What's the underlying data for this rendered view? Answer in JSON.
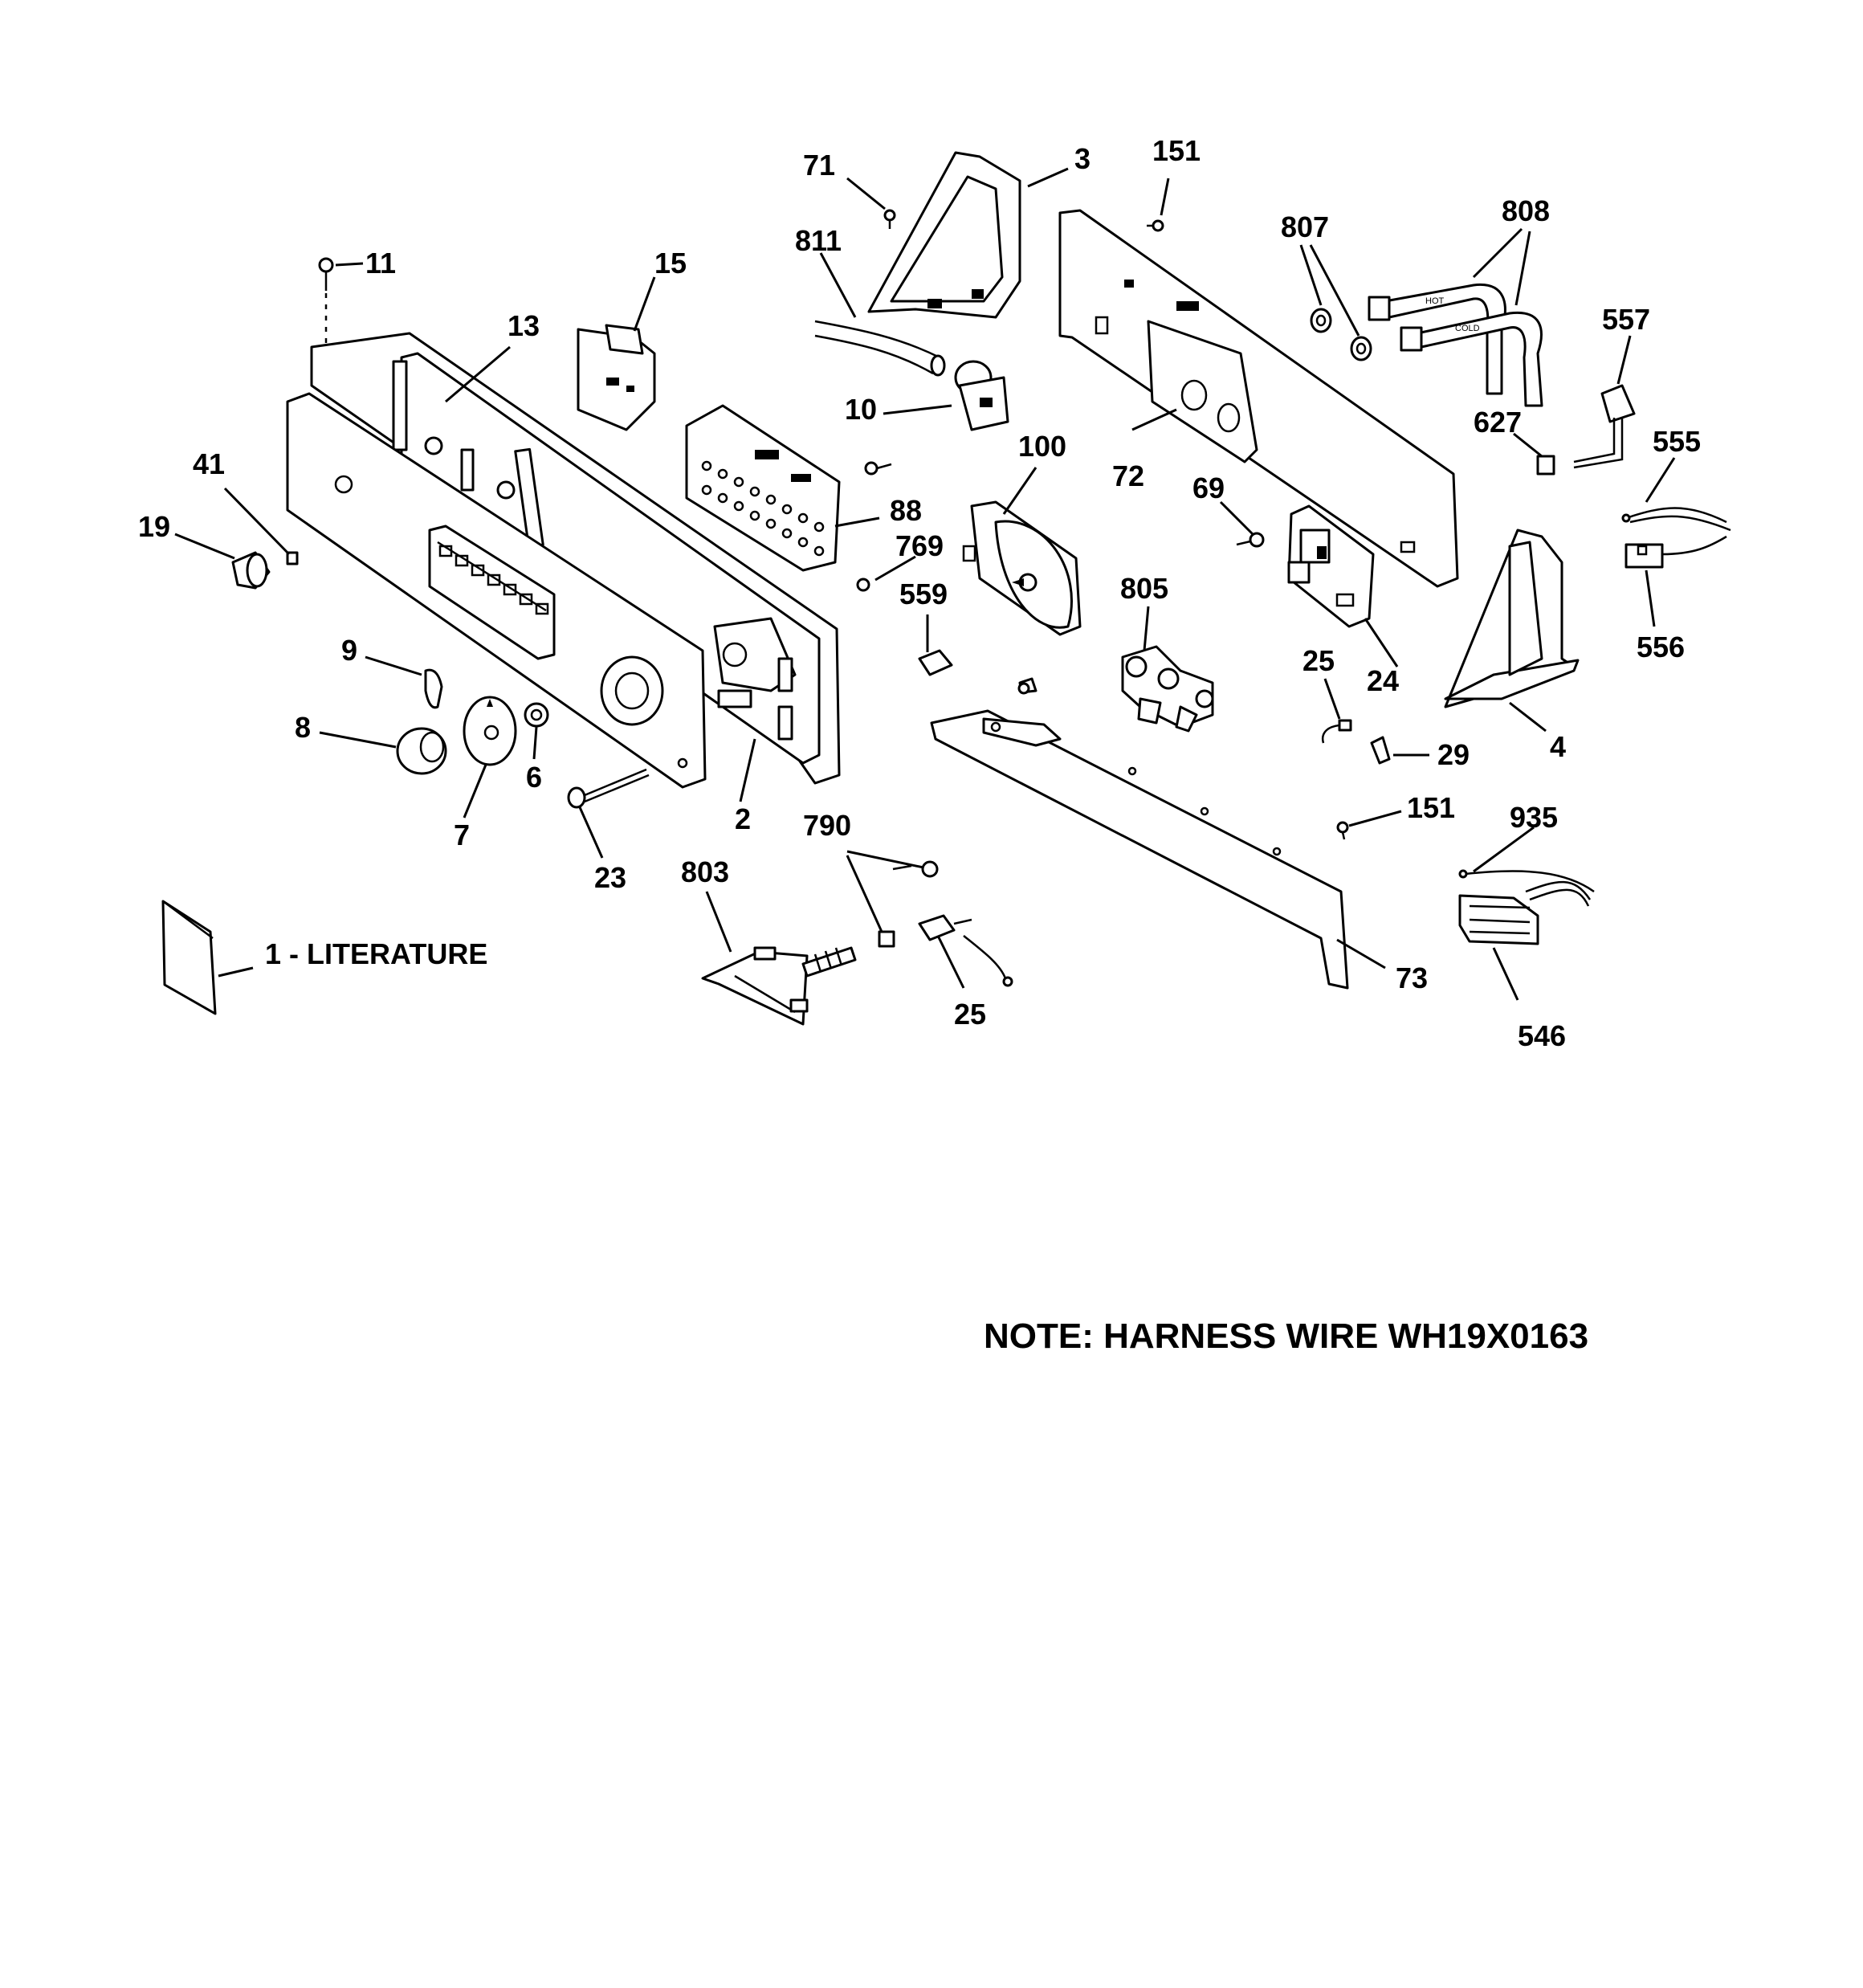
{
  "callouts": {
    "c1_literature": "1 - LITERATURE",
    "c2": "2",
    "c3": "3",
    "c4": "4",
    "c6": "6",
    "c7": "7",
    "c8": "8",
    "c9": "9",
    "c10": "10",
    "c11": "11",
    "c13": "13",
    "c15": "15",
    "c19": "19",
    "c23": "23",
    "c24": "24",
    "c25a": "25",
    "c25b": "25",
    "c29": "29",
    "c41": "41",
    "c69": "69",
    "c71": "71",
    "c72": "72",
    "c73": "73",
    "c88": "88",
    "c100": "100",
    "c151a": "151",
    "c151b": "151",
    "c546": "546",
    "c555": "555",
    "c556": "556",
    "c557": "557",
    "c559": "559",
    "c627": "627",
    "c769": "769",
    "c790": "790",
    "c803": "803",
    "c805": "805",
    "c807": "807",
    "c808": "808",
    "c811": "811",
    "c935": "935"
  },
  "hose_labels": {
    "hot": "HOT",
    "cold": "COLD"
  },
  "note": "NOTE: HARNESS WIRE WH19X0163"
}
